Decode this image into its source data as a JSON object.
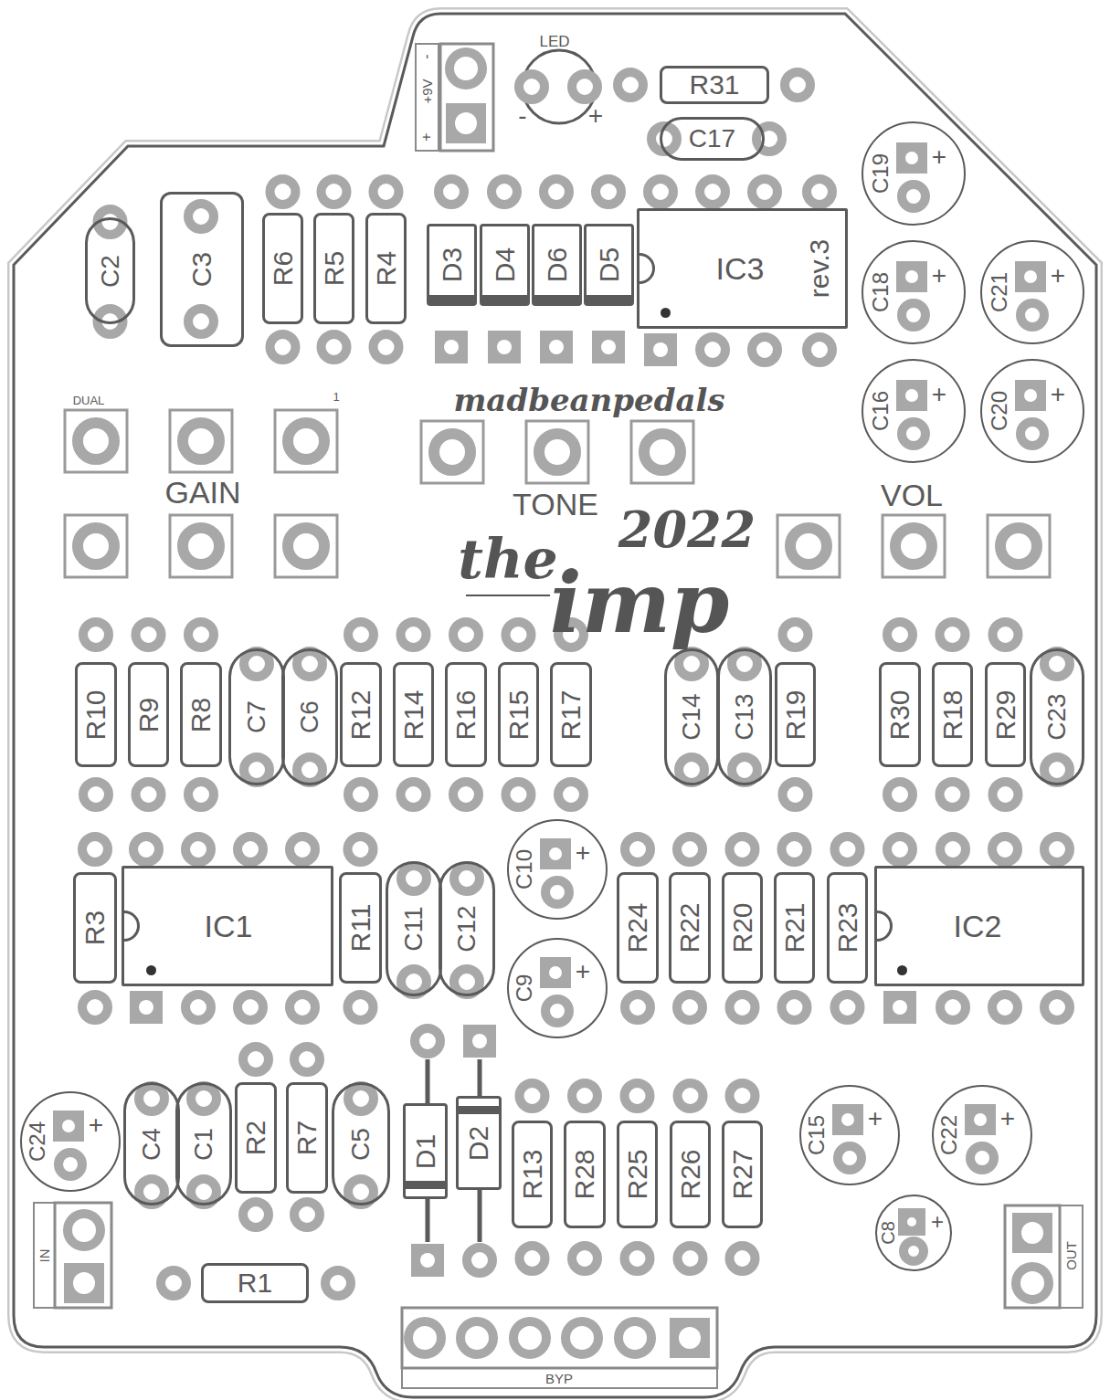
{
  "diagram": {
    "nodes": [
      {
        "text": [
          "R31"
        ]
      },
      {
        "text": [
          "C17"
        ]
      },
      {
        "text": [
          "C19",
          "+"
        ]
      },
      {
        "text": [
          "C2"
        ]
      },
      {
        "text": [
          "C3"
        ]
      },
      {
        "text": [
          "R6"
        ]
      },
      {
        "text": [
          "R5"
        ]
      },
      {
        "text": [
          "R4"
        ]
      },
      {
        "text": [
          "D3"
        ]
      },
      {
        "text": [
          "D4"
        ]
      },
      {
        "text": [
          "D6"
        ]
      },
      {
        "text": [
          "D5"
        ]
      },
      {
        "text": [
          "IC3",
          "rev.3"
        ]
      },
      {
        "text": [
          "C18",
          "+"
        ]
      },
      {
        "text": [
          "C21",
          "+"
        ]
      },
      {
        "text": [
          "C16",
          "+"
        ]
      },
      {
        "text": [
          "C20",
          "+"
        ]
      },
      {
        "text": [
          "R10"
        ]
      },
      {
        "text": [
          "R9"
        ]
      },
      {
        "text": [
          "R8"
        ]
      },
      {
        "text": [
          "C7"
        ]
      },
      {
        "text": [
          "C6"
        ]
      },
      {
        "text": [
          "R12"
        ]
      },
      {
        "text": [
          "R14"
        ]
      },
      {
        "text": [
          "R16"
        ]
      },
      {
        "text": [
          "R15"
        ]
      },
      {
        "text": [
          "R17"
        ]
      },
      {
        "text": [
          "C14"
        ]
      },
      {
        "text": [
          "C13"
        ]
      },
      {
        "text": [
          "R19"
        ]
      },
      {
        "text": [
          "R30"
        ]
      },
      {
        "text": [
          "R18"
        ]
      },
      {
        "text": [
          "R29"
        ]
      },
      {
        "text": [
          "C23"
        ]
      },
      {
        "text": [
          "C10",
          "+"
        ]
      },
      {
        "text": [
          "R3"
        ]
      },
      {
        "text": [
          "IC1"
        ]
      },
      {
        "text": [
          "R11"
        ]
      },
      {
        "text": [
          "C11"
        ]
      },
      {
        "text": [
          "C12"
        ]
      },
      {
        "text": [
          "R24"
        ]
      },
      {
        "text": [
          "R22"
        ]
      },
      {
        "text": [
          "R20"
        ]
      },
      {
        "text": [
          "R21"
        ]
      },
      {
        "text": [
          "R23"
        ]
      },
      {
        "text": [
          "IC2"
        ]
      },
      {
        "text": [
          "C9",
          "+"
        ]
      },
      {
        "text": [
          "C24",
          "+"
        ]
      },
      {
        "text": [
          "C4"
        ]
      },
      {
        "text": [
          "C1"
        ]
      },
      {
        "text": [
          "R2"
        ]
      },
      {
        "text": [
          "R7"
        ]
      },
      {
        "text": [
          "C5"
        ]
      },
      {
        "text": [
          "D1"
        ]
      },
      {
        "text": [
          "D2"
        ]
      },
      {
        "text": [
          "R13"
        ]
      },
      {
        "text": [
          "R28"
        ]
      },
      {
        "text": [
          "R25"
        ]
      },
      {
        "text": [
          "R26"
        ]
      },
      {
        "text": [
          "R27"
        ]
      },
      {
        "text": [
          "C15",
          "+"
        ]
      },
      {
        "text": [
          "C22",
          "+"
        ]
      },
      {
        "text": [
          "C8",
          "+"
        ]
      },
      {
        "text": [
          "R1"
        ]
      }
    ],
    "labels": [
      "+9V",
      "-",
      "+",
      "LED",
      "-",
      "+",
      "madbeanpedals",
      "DUAL",
      "1",
      "GAIN",
      "TONE",
      "VOL",
      "2022",
      "the",
      "imp",
      "IN",
      "OUT",
      "BYP"
    ]
  }
}
